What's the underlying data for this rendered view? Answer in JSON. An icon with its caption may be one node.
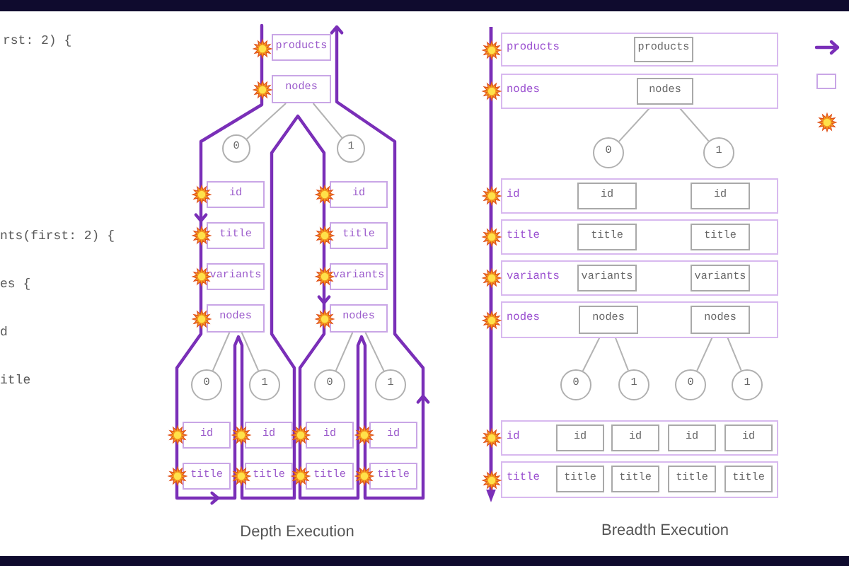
{
  "diagram": {
    "nodes": [
      {
        "text": [
          "products"
        ]
      },
      {
        "text": [
          "nodes"
        ]
      },
      {
        "text": [
          "0"
        ]
      },
      {
        "text": [
          "1"
        ]
      },
      {
        "text": [
          "id"
        ]
      },
      {
        "text": [
          "id"
        ]
      },
      {
        "text": [
          "title"
        ]
      },
      {
        "text": [
          "title"
        ]
      },
      {
        "text": [
          "variants"
        ]
      },
      {
        "text": [
          "variants"
        ]
      },
      {
        "text": [
          "nodes"
        ]
      },
      {
        "text": [
          "nodes"
        ]
      },
      {
        "text": [
          "0"
        ]
      },
      {
        "text": [
          "1"
        ]
      },
      {
        "text": [
          "0"
        ]
      },
      {
        "text": [
          "1"
        ]
      },
      {
        "text": [
          "id"
        ]
      },
      {
        "text": [
          "id"
        ]
      },
      {
        "text": [
          "id"
        ]
      },
      {
        "text": [
          "id"
        ]
      },
      {
        "text": [
          "title"
        ]
      },
      {
        "text": [
          "title"
        ]
      },
      {
        "text": [
          "title"
        ]
      },
      {
        "text": [
          "title"
        ]
      },
      {
        "text": [
          "products"
        ]
      },
      {
        "text": [
          "products"
        ],
        "in": 24
      },
      {
        "text": [
          "nodes"
        ]
      },
      {
        "text": [
          "nodes"
        ],
        "in": 26
      },
      {
        "text": [
          "0"
        ]
      },
      {
        "text": [
          "1"
        ]
      },
      {
        "text": [
          "id"
        ]
      },
      {
        "text": [
          "id"
        ],
        "in": 30
      },
      {
        "text": [
          "id"
        ],
        "in": 30
      },
      {
        "text": [
          "title"
        ]
      },
      {
        "text": [
          "title"
        ],
        "in": 33
      },
      {
        "text": [
          "title"
        ],
        "in": 33
      },
      {
        "text": [
          "variants"
        ]
      },
      {
        "text": [
          "variants"
        ],
        "in": 36
      },
      {
        "text": [
          "variants"
        ],
        "in": 36
      },
      {
        "text": [
          "nodes"
        ]
      },
      {
        "text": [
          "nodes"
        ],
        "in": 39
      },
      {
        "text": [
          "nodes"
        ],
        "in": 39
      },
      {
        "text": [
          "0"
        ]
      },
      {
        "text": [
          "1"
        ]
      },
      {
        "text": [
          "0"
        ]
      },
      {
        "text": [
          "1"
        ]
      },
      {
        "text": [
          "id"
        ]
      },
      {
        "text": [
          "id"
        ],
        "in": 46
      },
      {
        "text": [
          "id"
        ],
        "in": 46
      },
      {
        "text": [
          "id"
        ],
        "in": 46
      },
      {
        "text": [
          "id"
        ],
        "in": 46
      },
      {
        "text": [
          "title"
        ]
      },
      {
        "text": [
          "title"
        ],
        "in": 51
      },
      {
        "text": [
          "title"
        ],
        "in": 51
      },
      {
        "text": [
          "title"
        ],
        "in": 51
      },
      {
        "text": [
          "title"
        ],
        "in": 51
      }
    ],
    "edges": [
      {
        "from": 1,
        "to": 2,
        "arrow": "none"
      },
      {
        "from": 1,
        "to": 3,
        "arrow": "none"
      },
      {
        "from": 10,
        "to": 12,
        "arrow": "none"
      },
      {
        "from": 10,
        "to": 13,
        "arrow": "none"
      },
      {
        "from": 11,
        "to": 14,
        "arrow": "none"
      },
      {
        "from": 11,
        "to": 15,
        "arrow": "none"
      },
      {
        "from": 27,
        "to": 28,
        "arrow": "none"
      },
      {
        "from": 27,
        "to": 29,
        "arrow": "none"
      },
      {
        "from": 40,
        "to": 42,
        "arrow": "none"
      },
      {
        "from": 40,
        "to": 43,
        "arrow": "none"
      },
      {
        "from": 41,
        "to": 44,
        "arrow": "none"
      },
      {
        "from": 41,
        "to": 45,
        "arrow": "none"
      }
    ],
    "labels": [
      "rst: 2) {",
      "nts(first: 2) {",
      "es {",
      "d",
      "itle",
      "Depth Execution",
      "Breadth Execution"
    ]
  }
}
